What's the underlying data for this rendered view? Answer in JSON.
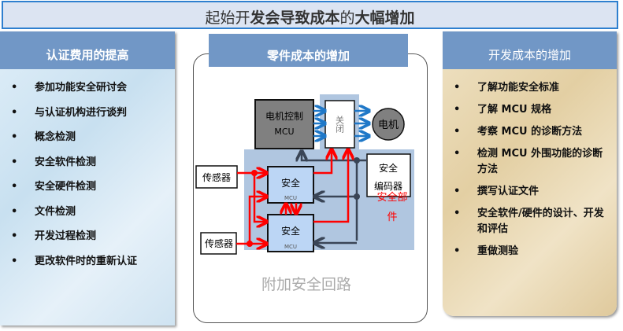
{
  "title": {
    "part1": "起始开",
    "part2": "发会导致成本",
    "part3": "的",
    "part4": "大幅增加"
  },
  "left": {
    "header": "认证费用的提高",
    "items": [
      "参加功能安全研讨会",
      "与认证机构进行谈判",
      "概念检测",
      "安全软件检测",
      "安全硬件检测",
      "文件检测",
      "开发过程检测",
      "更改软件时的重新认证"
    ]
  },
  "center": {
    "header": "零件成本的增加",
    "diagram": {
      "mcu_line1": "电机控制",
      "mcu_line2": "MCU",
      "switch": "关闭",
      "motor": "电机",
      "encoder_line1": "安全",
      "encoder_line2": "编码器",
      "sensor1": "传感器",
      "sensor2": "传感器",
      "safe1": "安全",
      "safe1_sub": "MCU",
      "safe2": "安全",
      "safe2_sub": "MCU",
      "safety_part_line1": "安全部",
      "safety_part_line2": "件",
      "caption": "附加安全回路"
    },
    "colors": {
      "red": "#ff0000",
      "blue": "#1f78c8",
      "dark": "#3a4556",
      "zone": "#b0c6e0",
      "safe_box": "#bcd6f5"
    }
  },
  "right": {
    "header": "开发成本的增加",
    "items": [
      "了解功能安全标准",
      "了解 MCU 规格",
      "考察 MCU 的诊断方法",
      "检测 MCU 外围功能的诊断方法",
      "撰写认证文件",
      "安全软件/硬件的设计、开发和评估",
      "重做测验"
    ]
  }
}
